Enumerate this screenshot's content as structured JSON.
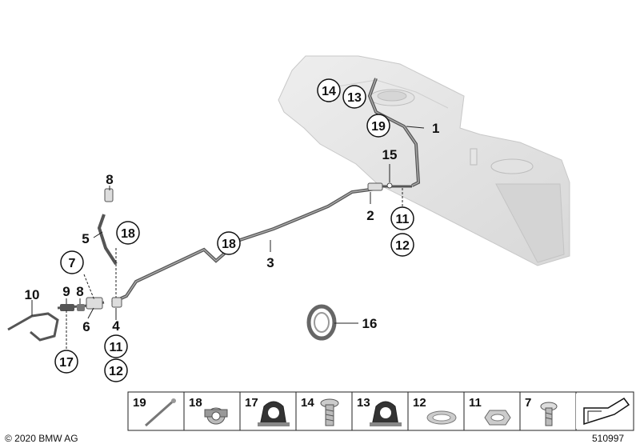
{
  "callouts": {
    "c14": "14",
    "c13": "13",
    "c19": "19",
    "n1": "1",
    "n15": "15",
    "n2": "2",
    "c11a": "11",
    "c12a": "12",
    "c18a": "18",
    "n3": "3",
    "n8a": "8",
    "n5": "5",
    "c18b": "18",
    "c7": "7",
    "n10": "10",
    "n9": "9",
    "n8b": "8",
    "n6": "6",
    "n4": "4",
    "c11b": "11",
    "c12b": "12",
    "c17": "17",
    "n16": "16"
  },
  "legend": {
    "items": [
      {
        "number": "19",
        "icon": "strap-tie-icon"
      },
      {
        "number": "18",
        "icon": "pipe-clamp-icon"
      },
      {
        "number": "17",
        "icon": "rubber-clip-icon"
      },
      {
        "number": "14",
        "icon": "screw-icon"
      },
      {
        "number": "13",
        "icon": "rubber-clip-icon"
      },
      {
        "number": "12",
        "icon": "sealing-ring-icon"
      },
      {
        "number": "11",
        "icon": "hex-nut-icon"
      },
      {
        "number": "7",
        "icon": "clip-screw-icon"
      }
    ]
  },
  "footer": {
    "copyright": "© 2020 BMW AG",
    "diagram_id": "510997"
  }
}
